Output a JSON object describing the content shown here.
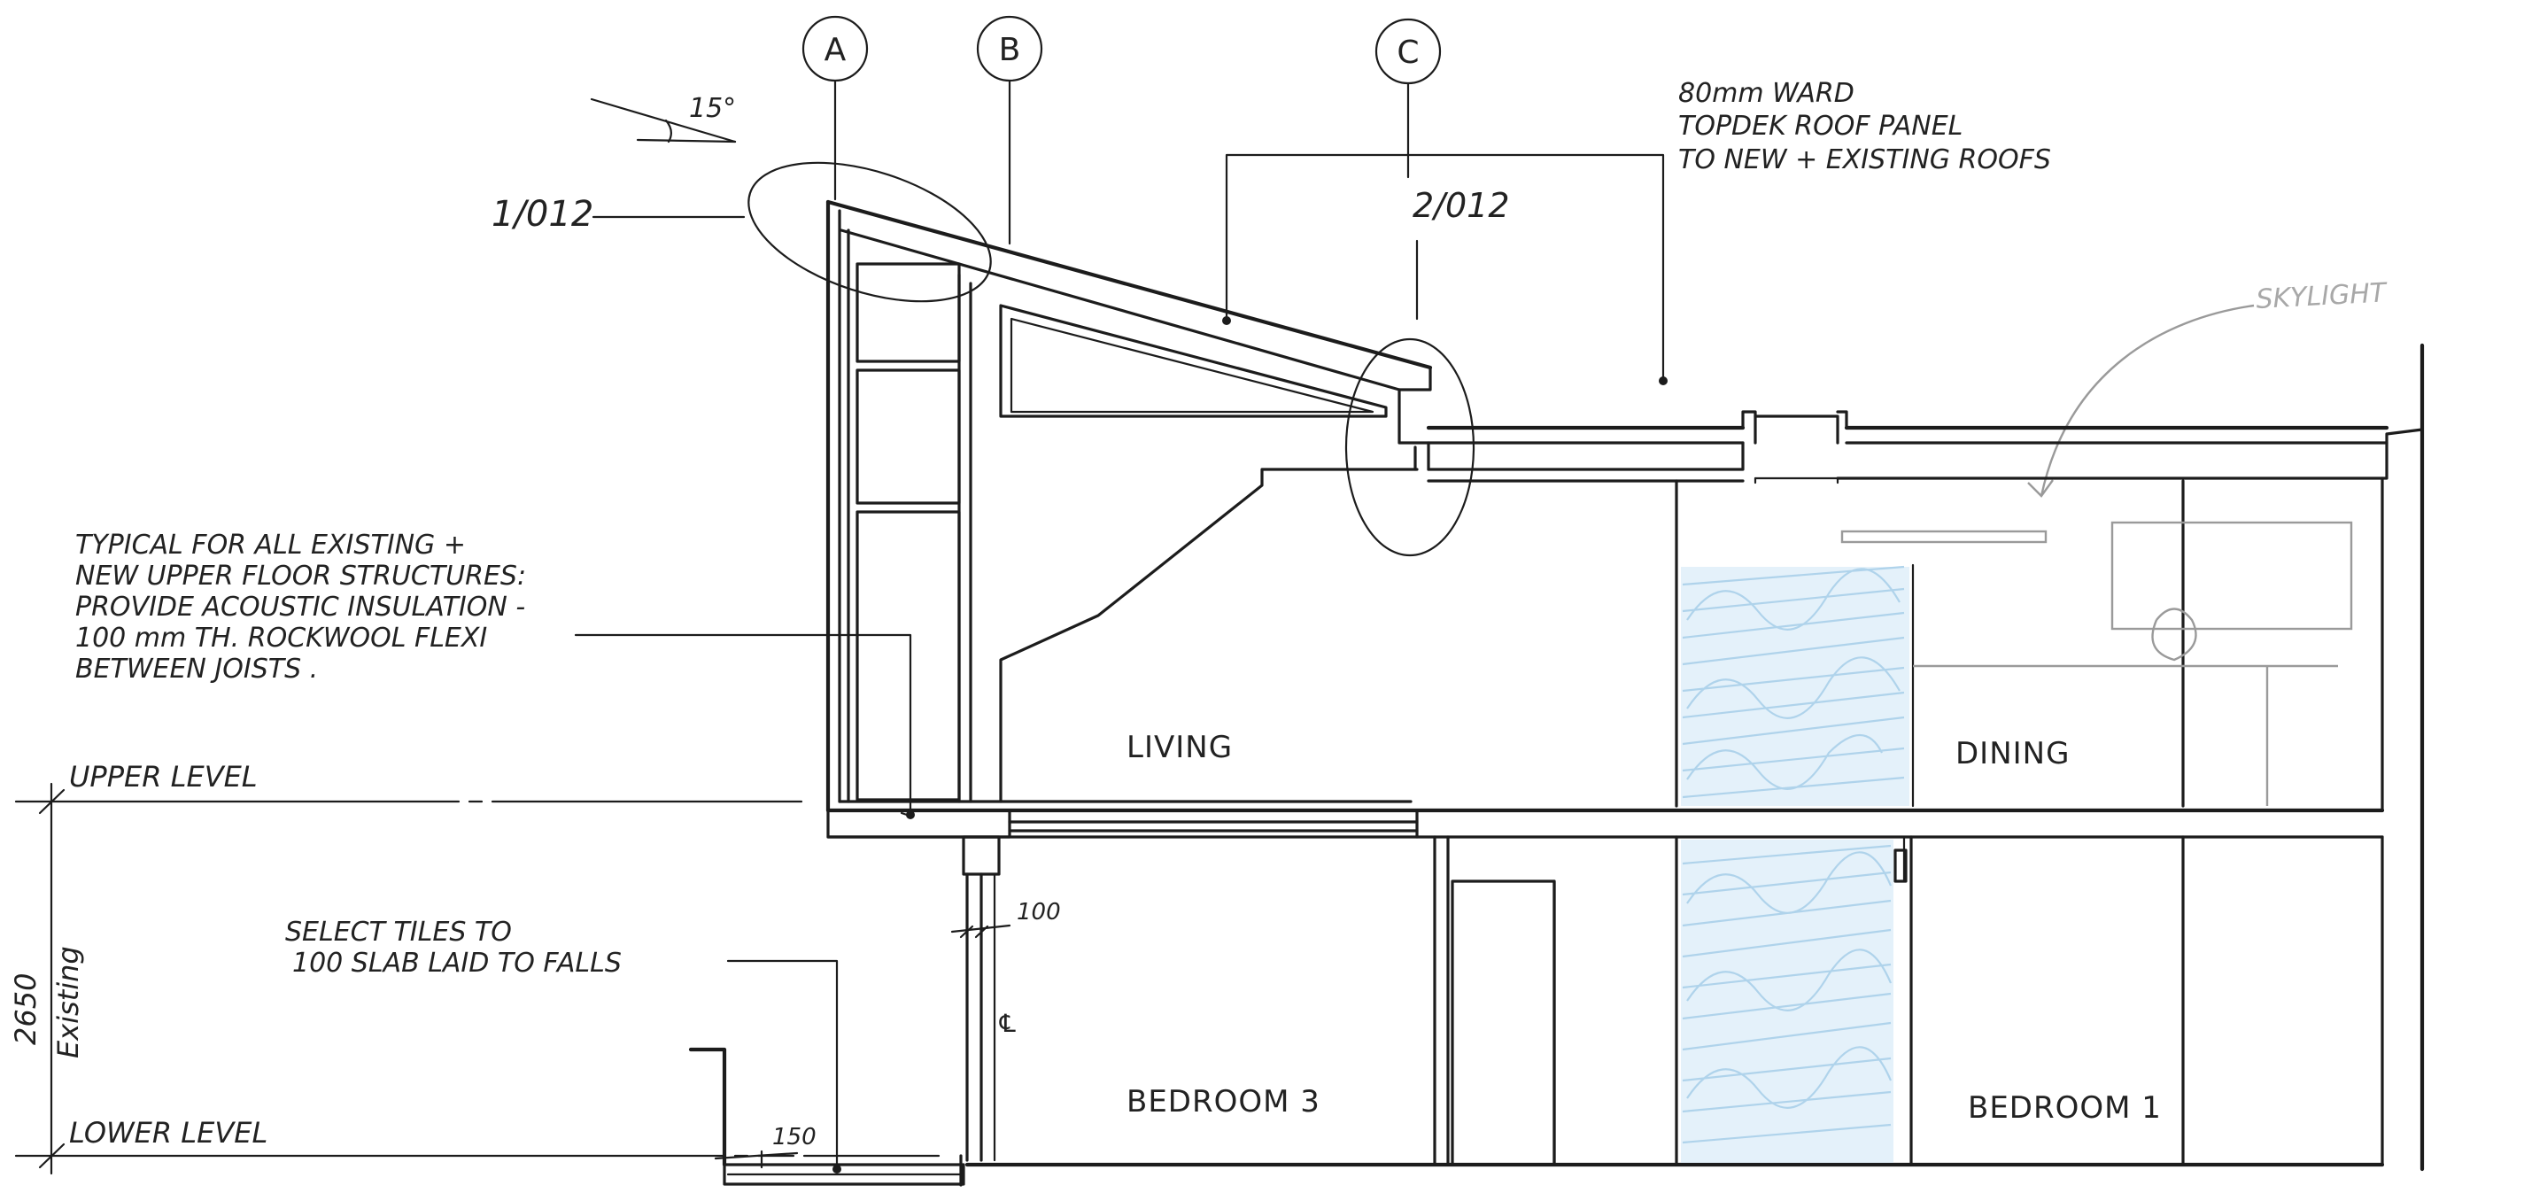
{
  "grid_labels": {
    "a": "A",
    "b": "B",
    "c": "C"
  },
  "notes": {
    "roof_angle": "15°",
    "detail_1": "1/012",
    "detail_2": "2/012",
    "roof_panel": [
      "80mm WARD",
      "TOPDEK ROOF PANEL",
      "TO NEW + EXISTING ROOFS"
    ],
    "skylight": "SKYLIGHT",
    "insulation": [
      "TYPICAL FOR ALL EXISTING +",
      "NEW UPPER FLOOR STRUCTURES:",
      "PROVIDE ACOUSTIC INSULATION -",
      "100 mm TH. ROCKWOOL FLEXI",
      "BETWEEN JOISTS ."
    ],
    "tiles": [
      "SELECT TILES TO",
      "100 SLAB LAID TO FALLS"
    ],
    "dim_100": "100",
    "dim_150": "150",
    "centerline": "℄",
    "height_dim": "2650",
    "height_note": "Existing"
  },
  "levels": {
    "upper": "UPPER LEVEL",
    "lower": "LOWER LEVEL"
  },
  "rooms": {
    "living": "LIVING",
    "dining": "DINING",
    "bedroom3": "BEDROOM 3",
    "bedroom1": "BEDROOM 1"
  },
  "colors": {
    "line": "#1c1c1c",
    "shading": "#8dc3e6",
    "paper": "#ffffff"
  }
}
